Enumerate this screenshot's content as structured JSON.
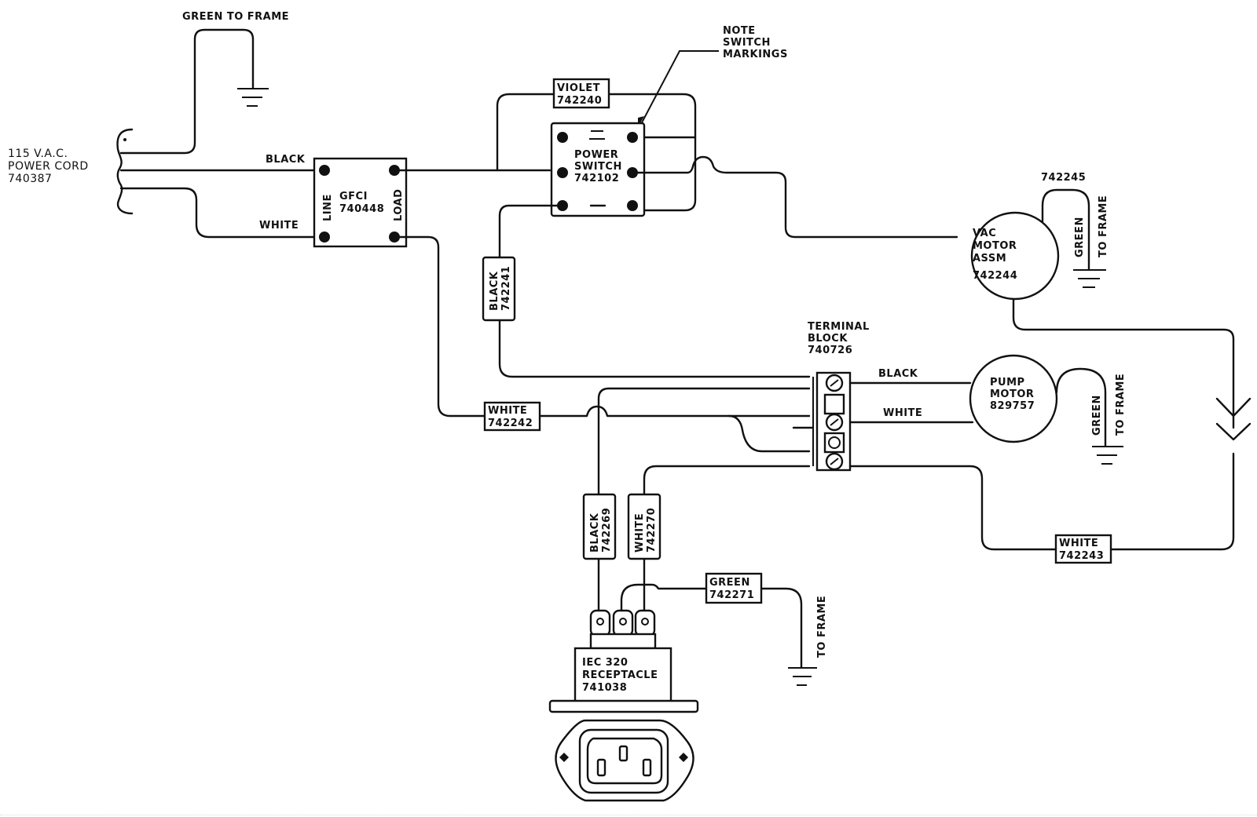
{
  "diagram": {
    "type": "wiring-schematic",
    "power_cord": {
      "line1": "115 V.A.C.",
      "line2": "POWER CORD",
      "part": "740387"
    },
    "top_ground": {
      "label": "GREEN TO FRAME"
    },
    "wires_main": {
      "black": "BLACK",
      "white": "WHITE"
    },
    "gfci": {
      "name": "GFCI",
      "part": "740448",
      "line": "LINE",
      "load": "LOAD"
    },
    "violet_wire": {
      "color": "VIOLET",
      "part": "742240"
    },
    "note": {
      "line1": "NOTE",
      "line2": "SWITCH",
      "line3": "MARKINGS"
    },
    "power_switch": {
      "line1": "POWER",
      "line2": "SWITCH",
      "part": "742102"
    },
    "black_wire_1": {
      "color": "BLACK",
      "part": "742241"
    },
    "white_wire_1": {
      "color": "WHITE",
      "part": "742242"
    },
    "vac_motor": {
      "line1": "VAC",
      "line2": "MOTOR",
      "line3": "ASSM",
      "part": "742244",
      "ground_part": "742245",
      "ground_green": "GREEN",
      "ground_frame": "TO FRAME"
    },
    "terminal_block": {
      "line1": "TERMINAL",
      "line2": "BLOCK",
      "part": "740726"
    },
    "pump_motor": {
      "line1": "PUMP",
      "line2": "MOTOR",
      "part": "829757",
      "black": "BLACK",
      "white": "WHITE",
      "ground_green": "GREEN",
      "ground_frame": "TO FRAME"
    },
    "black_wire_2": {
      "color": "BLACK",
      "part": "742269"
    },
    "white_wire_2": {
      "color": "WHITE",
      "part": "742270"
    },
    "green_wire": {
      "color": "GREEN",
      "part": "742271",
      "to_frame": "TO FRAME"
    },
    "white_wire_3": {
      "color": "WHITE",
      "part": "742243"
    },
    "receptacle": {
      "line1": "IEC 320",
      "line2": "RECEPTACLE",
      "part": "741038"
    }
  }
}
